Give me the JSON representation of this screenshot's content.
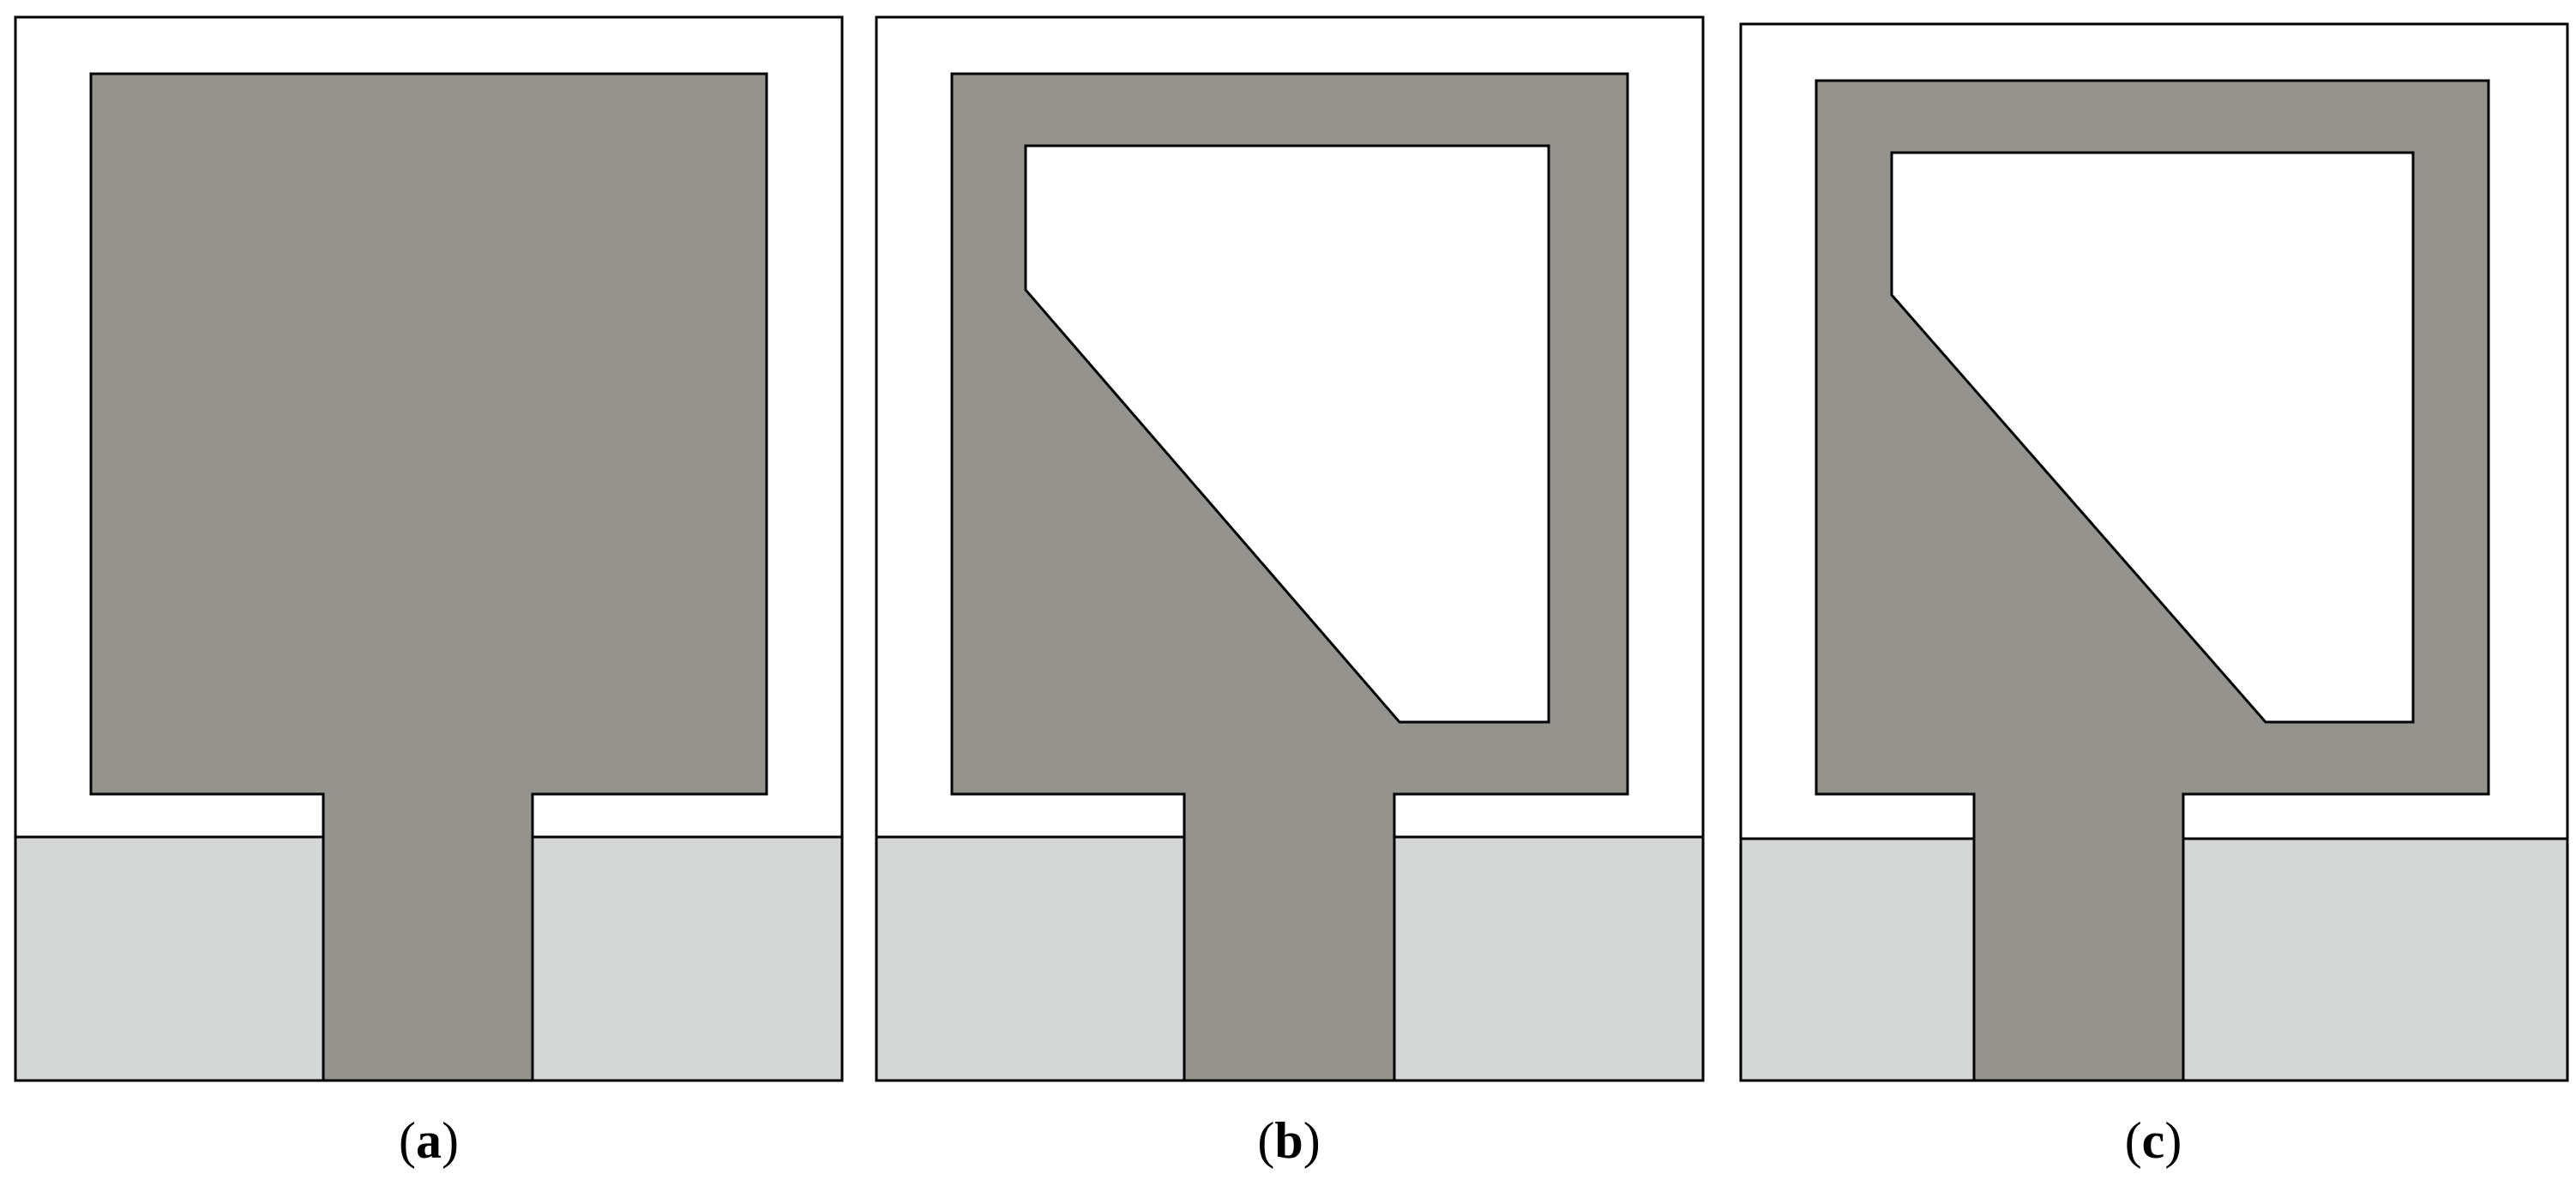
{
  "panels": [
    {
      "id": "a",
      "label": "a",
      "patch": "solid"
    },
    {
      "id": "b",
      "label": "b",
      "patch": "slot"
    },
    {
      "id": "c",
      "label": "c",
      "patch": "slot"
    }
  ],
  "colors": {
    "patch": "#94938e",
    "ground": "#d5d7d6",
    "substrate": "#ffffff",
    "outline": "#000000"
  }
}
